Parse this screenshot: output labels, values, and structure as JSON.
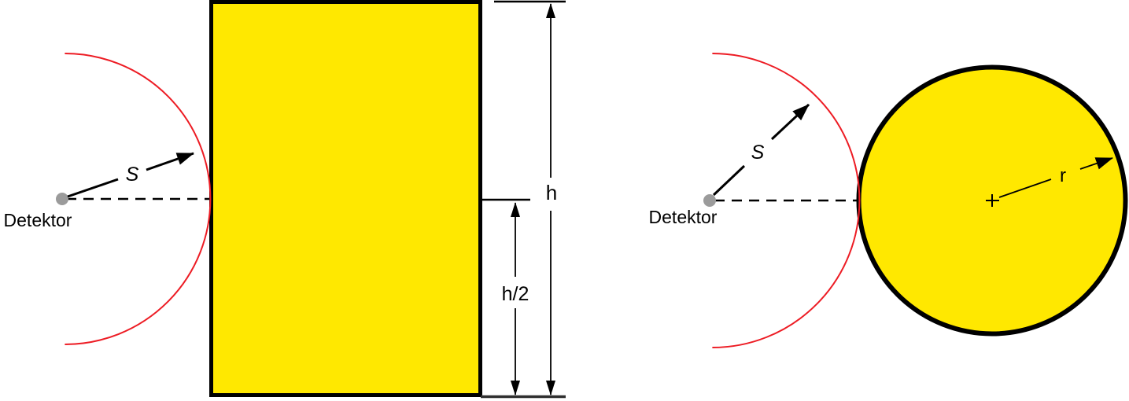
{
  "colors": {
    "sample_fill": "#FFE800",
    "sample_outline": "#000000",
    "scan_arc_red": "#ED1C24",
    "detector_dot_gray": "#9B9B9B"
  },
  "left_figure": {
    "detector_label": "Detektor",
    "distance_label": "S",
    "height_label": "h",
    "half_height_label": "h/2"
  },
  "right_figure": {
    "detector_label": "Detektor",
    "distance_label": "S",
    "radius_label": "r"
  }
}
